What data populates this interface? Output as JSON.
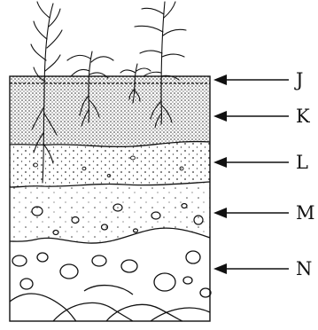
{
  "diagram": {
    "labels": {
      "j": "J",
      "k": "K",
      "l": "L",
      "m": "M",
      "n": "N"
    }
  }
}
